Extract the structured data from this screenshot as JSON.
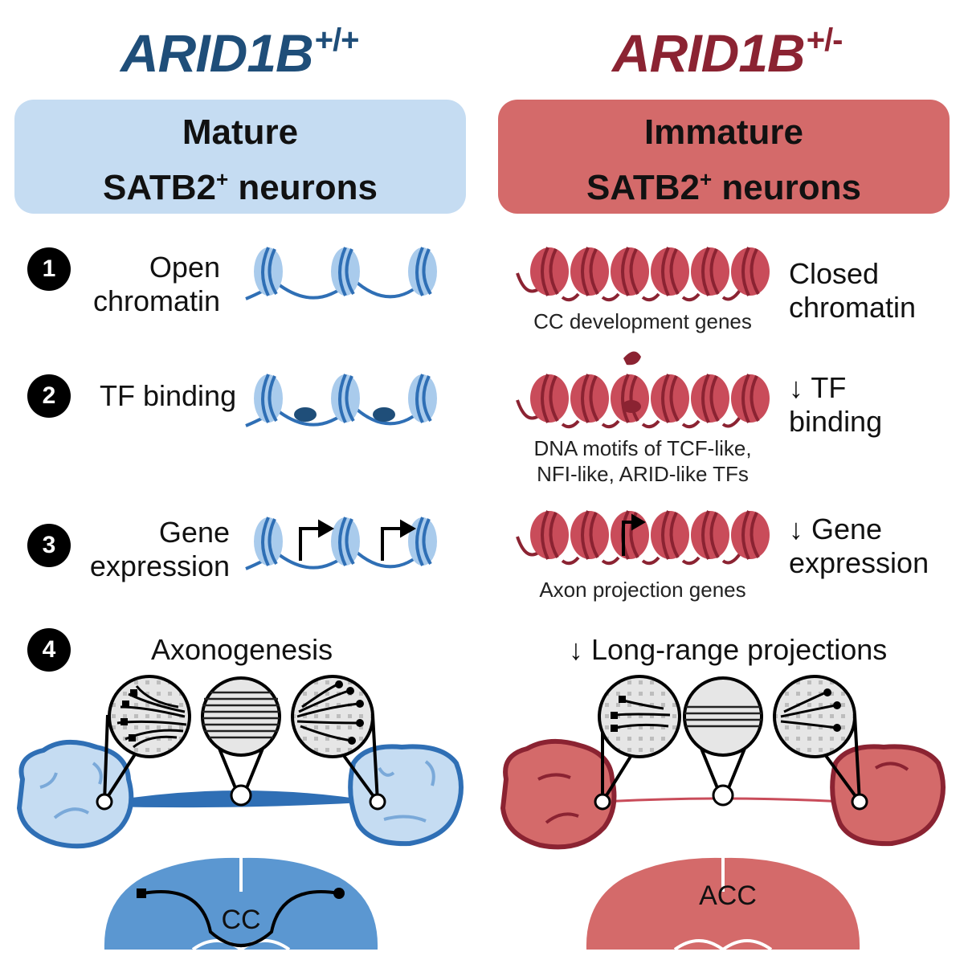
{
  "left": {
    "genotype_base": "ARID1B",
    "genotype_sup": "+/+",
    "panel_line1": "Mature",
    "panel_line2": "SATB2",
    "panel_sup": "+",
    "panel_line2_rest": " neurons",
    "row1_label_l1": "Open",
    "row1_label_l2": "chromatin",
    "row2_label": "TF binding",
    "row3_label_l1": "Gene",
    "row3_label_l2": "expression",
    "row4_label": "Axonogenesis",
    "brain_label": "CC"
  },
  "right": {
    "genotype_base": "ARID1B",
    "genotype_sup": "+/-",
    "panel_line1": "Immature",
    "panel_line2": "SATB2",
    "panel_sup": "+",
    "panel_line2_rest": " neurons",
    "row1_label_l1": "Closed",
    "row1_label_l2": "chromatin",
    "row1_sub": "CC development genes",
    "row2_label_l1": "↓ TF",
    "row2_label_l2": "binding",
    "row2_sub_l1": "DNA motifs of TCF-like,",
    "row2_sub_l2": "NFI-like, ARID-like TFs",
    "row3_label_l1": "↓ Gene",
    "row3_label_l2": "expression",
    "row3_sub": "Axon projection genes",
    "row4_label": "↓ Long-range projections",
    "brain_label": "ACC"
  },
  "steps": [
    "1",
    "2",
    "3",
    "4"
  ],
  "colors": {
    "wt_title": "#1f4e79",
    "wt_panel": "#c5dcf2",
    "wt_dna": "#2f6fb5",
    "wt_nucleosome": "#a9cbec",
    "wt_brain": "#5b97d1",
    "mut_title": "#8b2332",
    "mut_panel": "#d46a6a",
    "mut_dna": "#8b2332",
    "mut_nucleosome": "#c94c5a",
    "mut_brain": "#d46a6a"
  }
}
